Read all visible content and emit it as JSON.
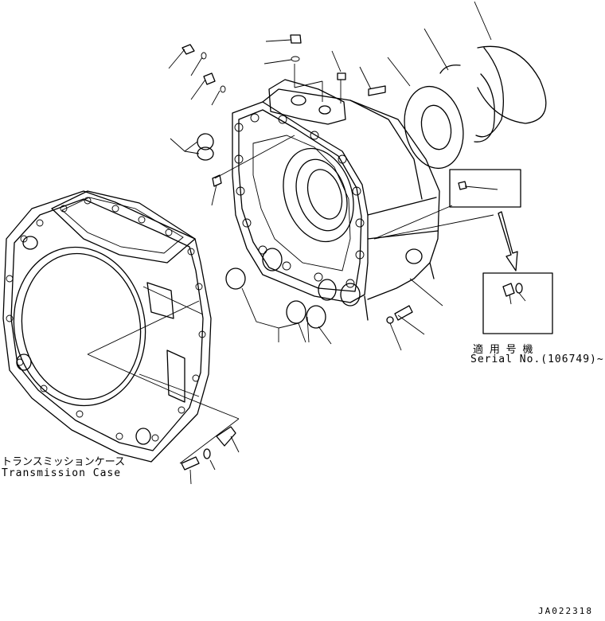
{
  "labels": {
    "transmission_case_jp": "トランスミッションケース",
    "transmission_case_en": "Transmission Case",
    "applicable_serial_jp": "適 用 号 機",
    "applicable_serial_en": "Serial No.(106749)~",
    "drawing_number": "JA022318"
  }
}
